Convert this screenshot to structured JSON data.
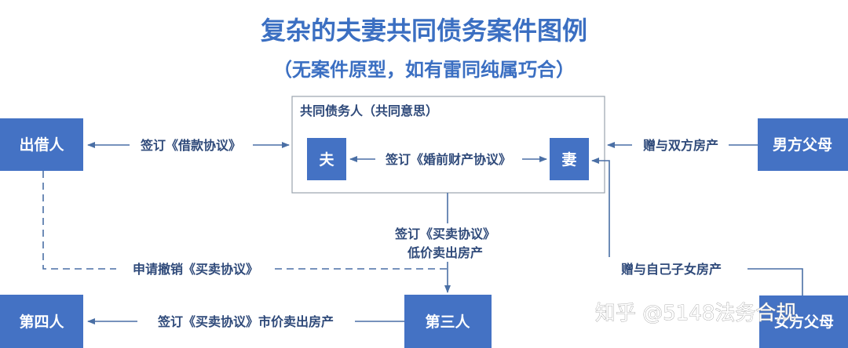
{
  "title": "复杂的夫妻共同债务案件图例",
  "subtitle": "（无案件原型，如有雷同纯属巧合）",
  "colors": {
    "node": "#4472c4",
    "text": "#2f4a7a",
    "title": "#3b6fc2"
  },
  "nodes": {
    "lender": "出借人",
    "husband_parents": "男方父母",
    "fourth_party": "第四人",
    "third_party": "第三人",
    "wife_parents": "女方父母",
    "husband": "夫",
    "wife": "妻",
    "group": "共同债务人（共同意思）"
  },
  "edges": {
    "loan": "签订《借款协议》",
    "prenup": "签订《婚前财产协议》",
    "gift_both": "赠与双方房产",
    "sale_line1": "签订《买卖协议》",
    "sale_line2": "低价卖出房产",
    "revoke": "申请撤销《买卖协议》",
    "gift_child": "赠与自己子女房产",
    "resale": "签订《买卖协议》市价卖出房产"
  },
  "watermark": "知乎 @5148法务合规"
}
